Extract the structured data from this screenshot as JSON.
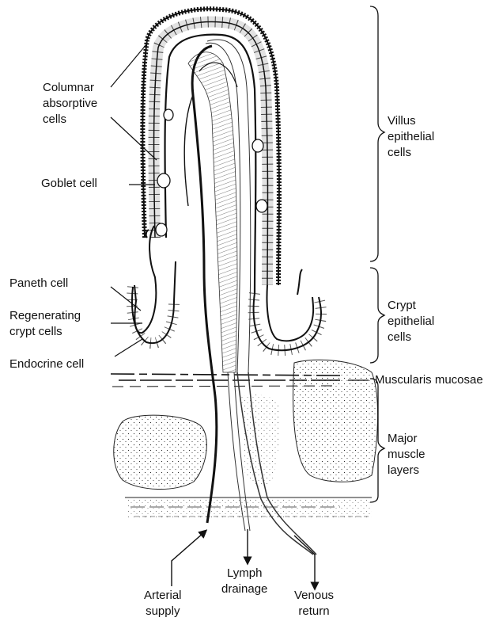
{
  "diagram": {
    "labels": {
      "columnar_line1": "Columnar",
      "columnar_line2": "absorptive",
      "columnar_line3": "cells",
      "goblet": "Goblet cell",
      "paneth": "Paneth cell",
      "regenerating_line1": "Regenerating",
      "regenerating_line2": "crypt cells",
      "endocrine": "Endocrine cell",
      "villus_line1": "Villus",
      "villus_line2": "epithelial",
      "villus_line3": "cells",
      "crypt_line1": "Crypt",
      "crypt_line2": "epithelial",
      "crypt_line3": "cells",
      "muscularis": "Muscularis mucosae",
      "major_line1": "Major",
      "major_line2": "muscle",
      "major_line3": "layers",
      "arterial_line1": "Arterial",
      "arterial_line2": "supply",
      "lymph_line1": "Lymph",
      "lymph_line2": "drainage",
      "venous_line1": "Venous",
      "venous_line2": "return"
    }
  }
}
